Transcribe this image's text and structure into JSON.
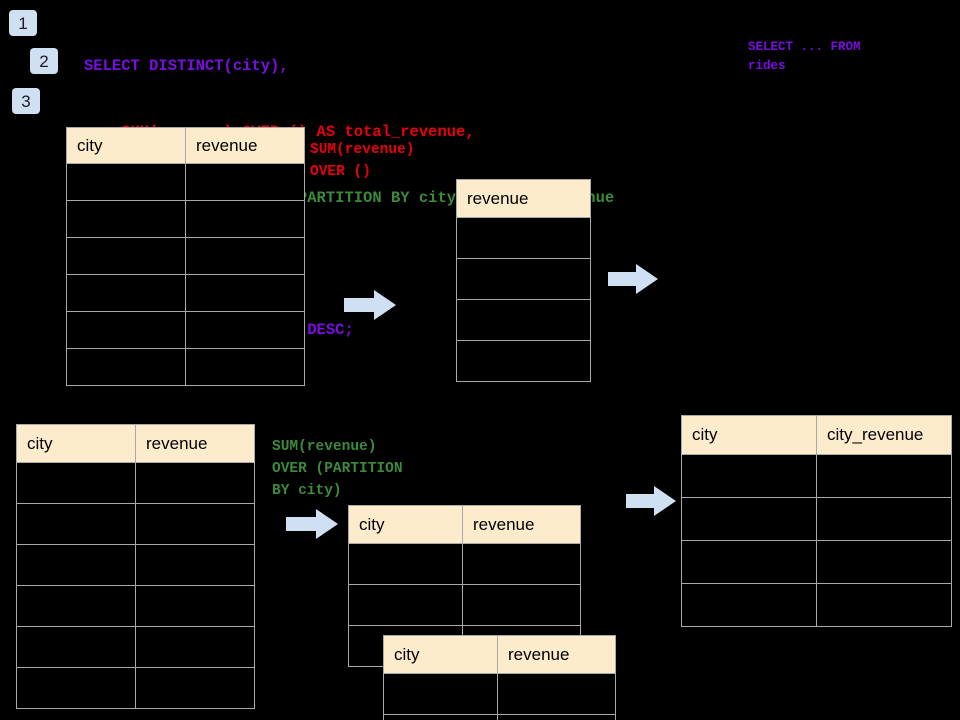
{
  "theme": {
    "background": "#000000",
    "header_fill": "#fdeccb",
    "grid_line": "#a9a9a9",
    "badge_fill": "#cfe0f2",
    "arrow_fill": "#cfe0f2",
    "sql_purple": "#7a0ee0",
    "sql_red": "#e8000b",
    "sql_green": "#3c8a3c"
  },
  "steps": [
    {
      "label": "1"
    },
    {
      "label": "2"
    },
    {
      "label": "3"
    }
  ],
  "sql": {
    "lines": [
      {
        "text": "SELECT DISTINCT(city),",
        "color": "kw"
      },
      {
        "text": "    SUM(revenue) OVER () AS total_revenue,",
        "color": "red"
      },
      {
        "text": "    SUM(revenue) OVER (PARTITION BY city) as city_revenue",
        "color": "grn"
      },
      {
        "text": "  FROM rides",
        "color": "kw"
      },
      {
        "text": "  ORDER by city_revenue DESC;",
        "color": "kw"
      }
    ]
  },
  "side_note": {
    "text": "SELECT ... FROM\nrides"
  },
  "annotations": {
    "total_revenue": "SUM(revenue)\nOVER ()",
    "city_revenue": "SUM(revenue)\nOVER (PARTITION\nBY city)"
  },
  "tables": {
    "source_top": {
      "name": "source-rides-table",
      "headers": [
        "city",
        "revenue"
      ],
      "row_count": 6,
      "rows": [
        [
          "",
          ""
        ],
        [
          "",
          ""
        ],
        [
          "",
          ""
        ],
        [
          "",
          ""
        ],
        [
          "",
          ""
        ],
        [
          "",
          ""
        ]
      ]
    },
    "total_revenue": {
      "name": "total-revenue-table",
      "headers": [
        "revenue"
      ],
      "row_count": 4,
      "rows": [
        [
          ""
        ],
        [
          ""
        ],
        [
          ""
        ],
        [
          ""
        ]
      ]
    },
    "source_bottom": {
      "name": "source-rides-table-partition",
      "headers": [
        "city",
        "revenue"
      ],
      "row_count": 6,
      "rows": [
        [
          "",
          ""
        ],
        [
          "",
          ""
        ],
        [
          "",
          ""
        ],
        [
          "",
          ""
        ],
        [
          "",
          ""
        ],
        [
          "",
          ""
        ]
      ]
    },
    "partition_back": {
      "name": "partition-group-table-back",
      "headers": [
        "city",
        "revenue"
      ],
      "row_count": 3,
      "rows": [
        [
          "",
          ""
        ],
        [
          "",
          ""
        ],
        [
          "",
          ""
        ]
      ]
    },
    "partition_front": {
      "name": "partition-group-table-front",
      "headers": [
        "city",
        "revenue"
      ],
      "row_count": 2,
      "rows": [
        [
          "",
          ""
        ],
        [
          "",
          ""
        ]
      ]
    },
    "result": {
      "name": "result-table",
      "headers": [
        "city",
        "city_revenue"
      ],
      "row_count": 4,
      "rows": [
        [
          "",
          ""
        ],
        [
          "",
          ""
        ],
        [
          "",
          ""
        ],
        [
          "",
          ""
        ]
      ]
    }
  },
  "arrows": [
    {
      "name": "arrow-source-to-total"
    },
    {
      "name": "arrow-total-to-result"
    },
    {
      "name": "arrow-source-to-partition"
    },
    {
      "name": "arrow-partition-to-result"
    }
  ]
}
